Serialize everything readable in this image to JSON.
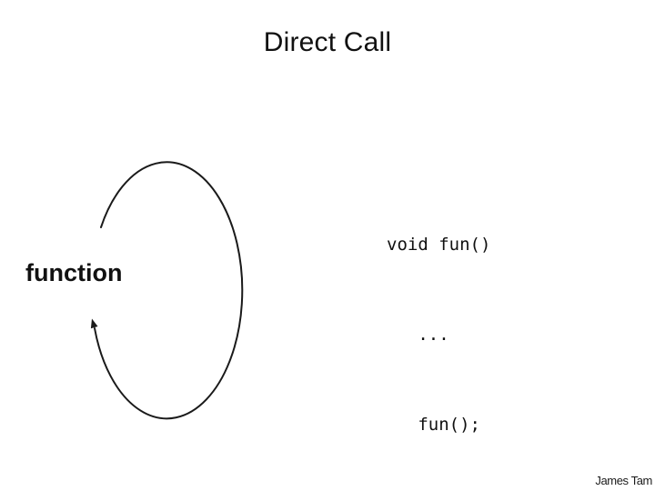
{
  "slide": {
    "title": "Direct Call",
    "diagram": {
      "label": "function",
      "arrow": "recursion-loop-arrow"
    },
    "code": {
      "lines": [
        "void fun()",
        "   ...",
        "   fun();"
      ]
    },
    "footer": {
      "author": "James Tam"
    }
  },
  "colors": {
    "background": "#ffffff",
    "text": "#111111",
    "arrow_stroke": "#1a1a1a"
  }
}
